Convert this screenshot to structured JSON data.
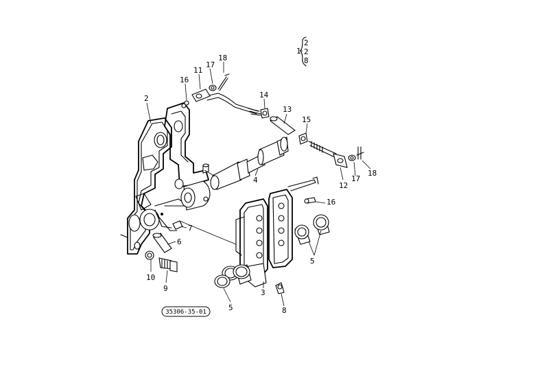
{
  "reference_code": "35306-35-01",
  "variant_note": {
    "prefix": "1",
    "options": [
      "2",
      "2",
      "8"
    ]
  },
  "callouts": {
    "c2": "2",
    "c3": "3",
    "c4": "4",
    "c5a": "5",
    "c5b": "5",
    "c6": "6",
    "c7": "7",
    "c8": "8",
    "c9": "9",
    "c10": "10",
    "c11": "11",
    "c12": "12",
    "c13": "13",
    "c14": "14",
    "c15": "15",
    "c16a": "16",
    "c16b": "16",
    "c17a": "17",
    "c17b": "17",
    "c18a": "18",
    "c18b": "18"
  }
}
